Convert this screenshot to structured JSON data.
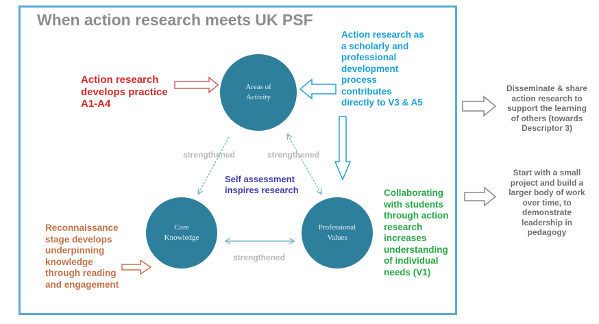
{
  "title": "When action research meets UK PSF",
  "circles": {
    "areas": "Areas of\nActivity",
    "core": "Core\nKnowledge",
    "professional": "Professional\nValues"
  },
  "labels": {
    "strengthened_left": "strengthened",
    "strengthened_right": "strengthened",
    "strengthened_bottom": "strengthened",
    "self_assessment": "Self assessment\ninspires research"
  },
  "annotations": {
    "action_practice": "Action research\ndevelops practice\nA1-A4",
    "scholarly": "Action research as\na scholarly and\nprofessional\ndevelopment\nprocess\ncontributes\ndirectly to V3 & A5",
    "collaborating": "Collaborating\nwith students\nthrough action\nresearch\nincreases\nunderstanding\nof individual\nneeds (V1)",
    "reconnaissance": "Reconnaissance\nstage develops\nunderpinning\nknowledge\nthrough reading\nand engagement"
  },
  "side_notes": {
    "disseminate": "Disseminate & share\naction research to\nsupport the learning\nof others (towards\nDescriptor 3)",
    "start_small": "Start with a small\nproject and build a\nlarger body of work\nover time, to\ndemonstrate\nleadership in\npedagogy"
  },
  "colors": {
    "frame": "#5aa9d6",
    "circle": "#2e7f9c",
    "red": "#d42a2a",
    "blue": "#1aa0d8",
    "green": "#27a845",
    "orange": "#c4714a",
    "purple": "#3a3ab0",
    "gray": "#6d6d6d"
  }
}
